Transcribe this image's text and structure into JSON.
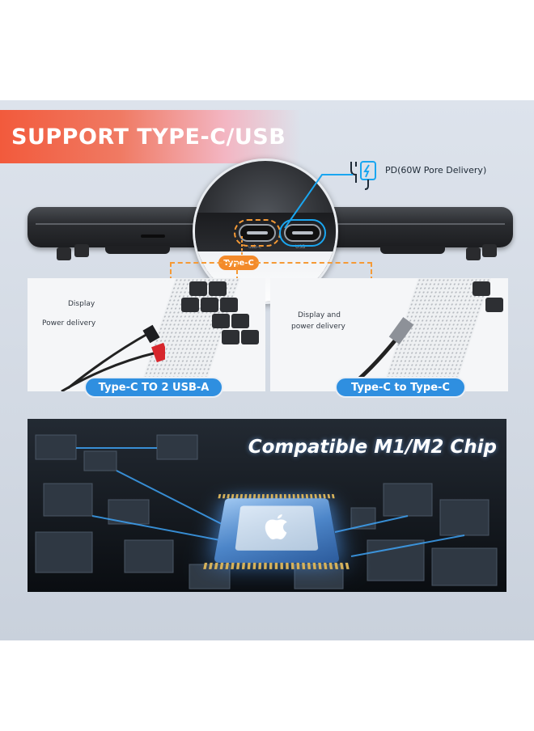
{
  "banner": {
    "title": "SUPPORT TYPE-C/USB"
  },
  "power": {
    "pd_label": "PD(60W Pore Delivery)"
  },
  "ports": {
    "callout_label": "Type-C",
    "port1_mark": "usb-c",
    "port2_mark": "USB"
  },
  "left_photo": {
    "label_display": "Display",
    "label_power": "Power delivery",
    "caption": "Type-C TO 2 USB-A"
  },
  "right_photo": {
    "label_line1": "Display and",
    "label_line2": "power delivery",
    "caption": "Type-C to Type-C"
  },
  "chip": {
    "title": "Compatible M1/M2 Chip"
  },
  "icons": [
    "charger-icon",
    "apple-logo-icon"
  ],
  "colors": {
    "accent_orange": "#f38a2a",
    "accent_blue": "#2f8fe0",
    "glow_blue": "#1aa6f0"
  }
}
